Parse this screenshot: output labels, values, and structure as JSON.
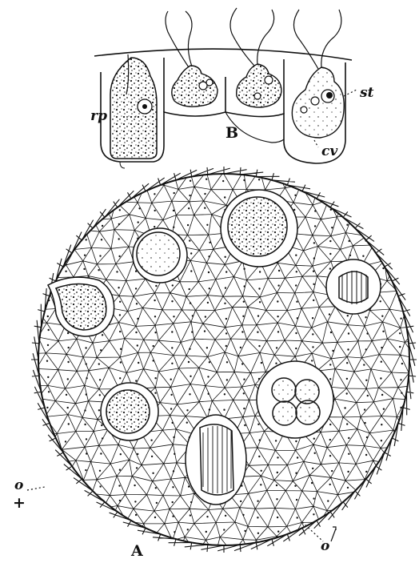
{
  "figure": {
    "panel_b_label": "B",
    "panel_a_label": "A",
    "label_rp": "rp",
    "label_st": "st",
    "label_cv": "cv",
    "label_o_left": "o",
    "label_plus": "+",
    "label_o_bottom": "o"
  },
  "colors": {
    "ink": "#111111",
    "paper": "#ffffff"
  }
}
